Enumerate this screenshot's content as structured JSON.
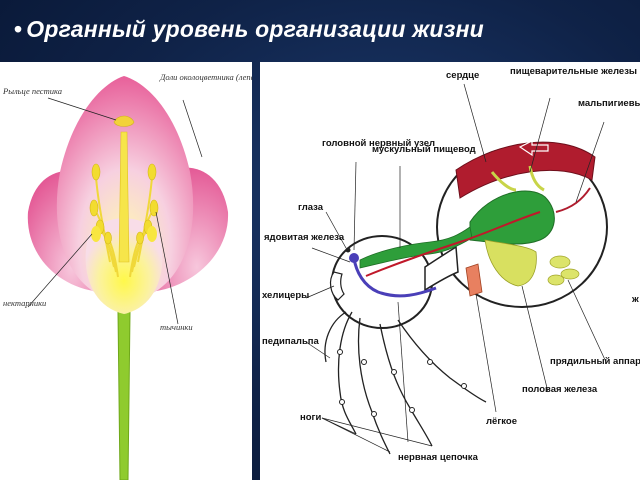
{
  "slide": {
    "title": "Органный уровень организации жизни"
  },
  "flower": {
    "labels": {
      "stigma": "Рыльце пестика",
      "petals": "Доли околоцветника (лепестки)",
      "nectaries": "нектарники",
      "stamens": "тычинки"
    },
    "colors": {
      "petal": "#e8609a",
      "petal_light": "#f6b3cf",
      "center": "#f3ea6e",
      "stem": "#9acd32"
    }
  },
  "spider": {
    "labels": {
      "heart": "сердце",
      "digestive_glands": "пищеварительные железы",
      "malpighian_glands": "мальпигиевы железы",
      "head_ganglion": "головной нервный узел",
      "muscular_esophagus": "мускульный пищевод",
      "eyes": "глаза",
      "poison_gland": "ядовитая железа",
      "chelicerae": "хелицеры",
      "pedipalp": "педипальпа",
      "legs": "ноги",
      "nerve_chain": "нервная цепочка",
      "lung": "лёгкое",
      "gonad": "половая железа",
      "spinning_apparatus": "прядильный аппарат",
      "edge_mark": "ж"
    },
    "colors": {
      "heart": "#b01c2e",
      "gut": "#2e9e3a",
      "gland": "#d8e060",
      "nerve": "#4a3fb8",
      "vessel": "#c0182a",
      "lung": "#e88060"
    }
  }
}
